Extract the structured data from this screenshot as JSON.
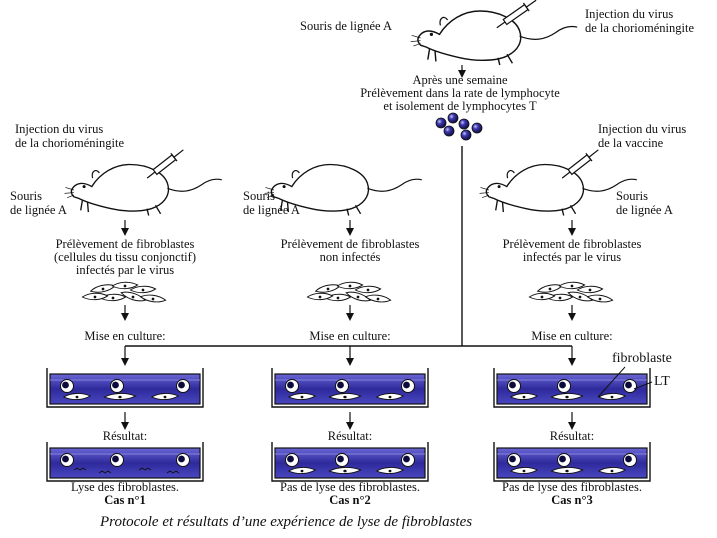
{
  "top": {
    "mouse_label": "Souris de lignée A",
    "injection_lines": [
      "Injection du virus",
      "de la chorioméningite"
    ],
    "steps": [
      "Après une semaine",
      "Prélèvement dans la rate de lymphocyte",
      "et isolement de lymphocytes T"
    ]
  },
  "cases": [
    {
      "injection_lines": [
        "Injection du virus",
        "de la chorioméningite"
      ],
      "mouse_lines": [
        "Souris",
        "de lignée A"
      ],
      "sample_lines": [
        "Prélèvement de fibroblastes",
        "(cellules du tissu conjonctif)",
        "infectés par le virus"
      ],
      "culture": "Mise en culture:",
      "result_label": "Résultat:",
      "result_lines": [
        "Lyse des fibroblastes."
      ],
      "case_label": "Cas n°1",
      "lysis": true
    },
    {
      "injection_lines": [],
      "mouse_lines": [
        "Souris",
        "de lignée A"
      ],
      "sample_lines": [
        "Prélèvement de fibroblastes",
        "non infectés"
      ],
      "culture": "Mise en culture:",
      "result_label": "Résultat:",
      "result_lines": [
        "Pas de lyse des fibroblastes."
      ],
      "case_label": "Cas n°2",
      "lysis": false
    },
    {
      "injection_lines": [
        "Injection du virus",
        "de la vaccine"
      ],
      "mouse_lines": [
        "Souris",
        "de lignée A"
      ],
      "sample_lines": [
        "Prélèvement de fibroblastes",
        "infectés par le virus"
      ],
      "culture": "Mise en culture:",
      "result_label": "Résultat:",
      "result_lines": [
        "Pas de lyse des fibroblastes."
      ],
      "case_label": "Cas n°3",
      "lysis": false
    }
  ],
  "labels": {
    "fibroblast": "fibroblaste",
    "lymphocyte": "LT"
  },
  "caption": "Protocole et résultats d’une expérience de lyse de fibroblastes",
  "colors": {
    "medium": "#2e2a9c",
    "ink": "#111111",
    "cell": "#ffffff"
  }
}
